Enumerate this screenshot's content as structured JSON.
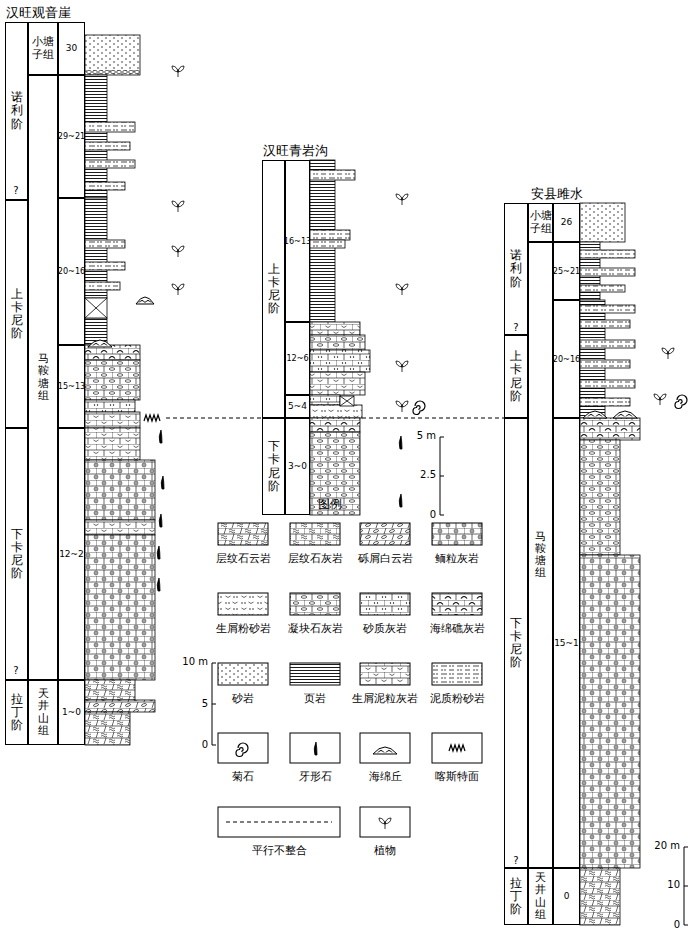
{
  "diagram": {
    "nodes": [
      {
        "text": [
          "汉旺观音崖"
        ]
      },
      {
        "text": [
          "诺利阶"
        ],
        "in": 0
      },
      {
        "text": [
          "上卡尼阶"
        ],
        "in": 0
      },
      {
        "text": [
          "下卡尼阶"
        ],
        "in": 0
      },
      {
        "text": [
          "拉丁阶"
        ],
        "in": 0
      },
      {
        "text": [
          "小塘子组"
        ],
        "in": 0
      },
      {
        "text": [
          "马鞍塘组"
        ],
        "in": 0
      },
      {
        "text": [
          "天井山组"
        ],
        "in": 0
      },
      {
        "text": [
          "30"
        ],
        "in": 0
      },
      {
        "text": [
          "29~21"
        ],
        "in": 0
      },
      {
        "text": [
          "20~16"
        ],
        "in": 0
      },
      {
        "text": [
          "15~13"
        ],
        "in": 0
      },
      {
        "text": [
          "12~2"
        ],
        "in": 0
      },
      {
        "text": [
          "1~0"
        ],
        "in": 0
      },
      {
        "text": [
          "汉旺青岩沟"
        ]
      },
      {
        "text": [
          "上卡尼阶"
        ],
        "in": 14
      },
      {
        "text": [
          "下卡尼阶"
        ],
        "in": 14
      },
      {
        "text": [
          "16~13"
        ],
        "in": 14
      },
      {
        "text": [
          "12~6"
        ],
        "in": 14
      },
      {
        "text": [
          "5~4"
        ],
        "in": 14
      },
      {
        "text": [
          "3~0"
        ],
        "in": 14
      },
      {
        "text": [
          "安县雎水"
        ]
      },
      {
        "text": [
          "诺利阶"
        ],
        "in": 21
      },
      {
        "text": [
          "上卡尼阶"
        ],
        "in": 21
      },
      {
        "text": [
          "下卡尼阶"
        ],
        "in": 21
      },
      {
        "text": [
          "拉丁阶"
        ],
        "in": 21
      },
      {
        "text": [
          "小塘子组"
        ],
        "in": 21
      },
      {
        "text": [
          "马鞍塘组"
        ],
        "in": 21
      },
      {
        "text": [
          "天井山组"
        ],
        "in": 21
      },
      {
        "text": [
          "26"
        ],
        "in": 21
      },
      {
        "text": [
          "25~21"
        ],
        "in": 21
      },
      {
        "text": [
          "20~16"
        ],
        "in": 21
      },
      {
        "text": [
          "15~1"
        ],
        "in": 21
      },
      {
        "text": [
          "0"
        ],
        "in": 21
      }
    ],
    "labels": [
      "?",
      "?",
      "?",
      "?",
      "10 m",
      "5",
      "0",
      "5 m",
      "2.5",
      "0",
      "20 m",
      "10",
      "0",
      "图例"
    ],
    "legend": [
      {
        "text": "层纹石云岩"
      },
      {
        "text": "层纹石灰岩"
      },
      {
        "text": "砾屑白云岩"
      },
      {
        "text": "鲕粒灰岩"
      },
      {
        "text": "生屑粉砂岩"
      },
      {
        "text": "凝块石灰岩"
      },
      {
        "text": "砂质灰岩"
      },
      {
        "text": "海绵礁灰岩"
      },
      {
        "text": "砂岩"
      },
      {
        "text": "页岩"
      },
      {
        "text": "生屑泥粒灰岩"
      },
      {
        "text": "泥质粉砂岩"
      },
      {
        "text": "菊石"
      },
      {
        "text": "牙形石"
      },
      {
        "text": "海绵丘"
      },
      {
        "text": "喀斯特面"
      },
      {
        "text": "平行不整合"
      },
      {
        "text": "植物"
      }
    ]
  }
}
